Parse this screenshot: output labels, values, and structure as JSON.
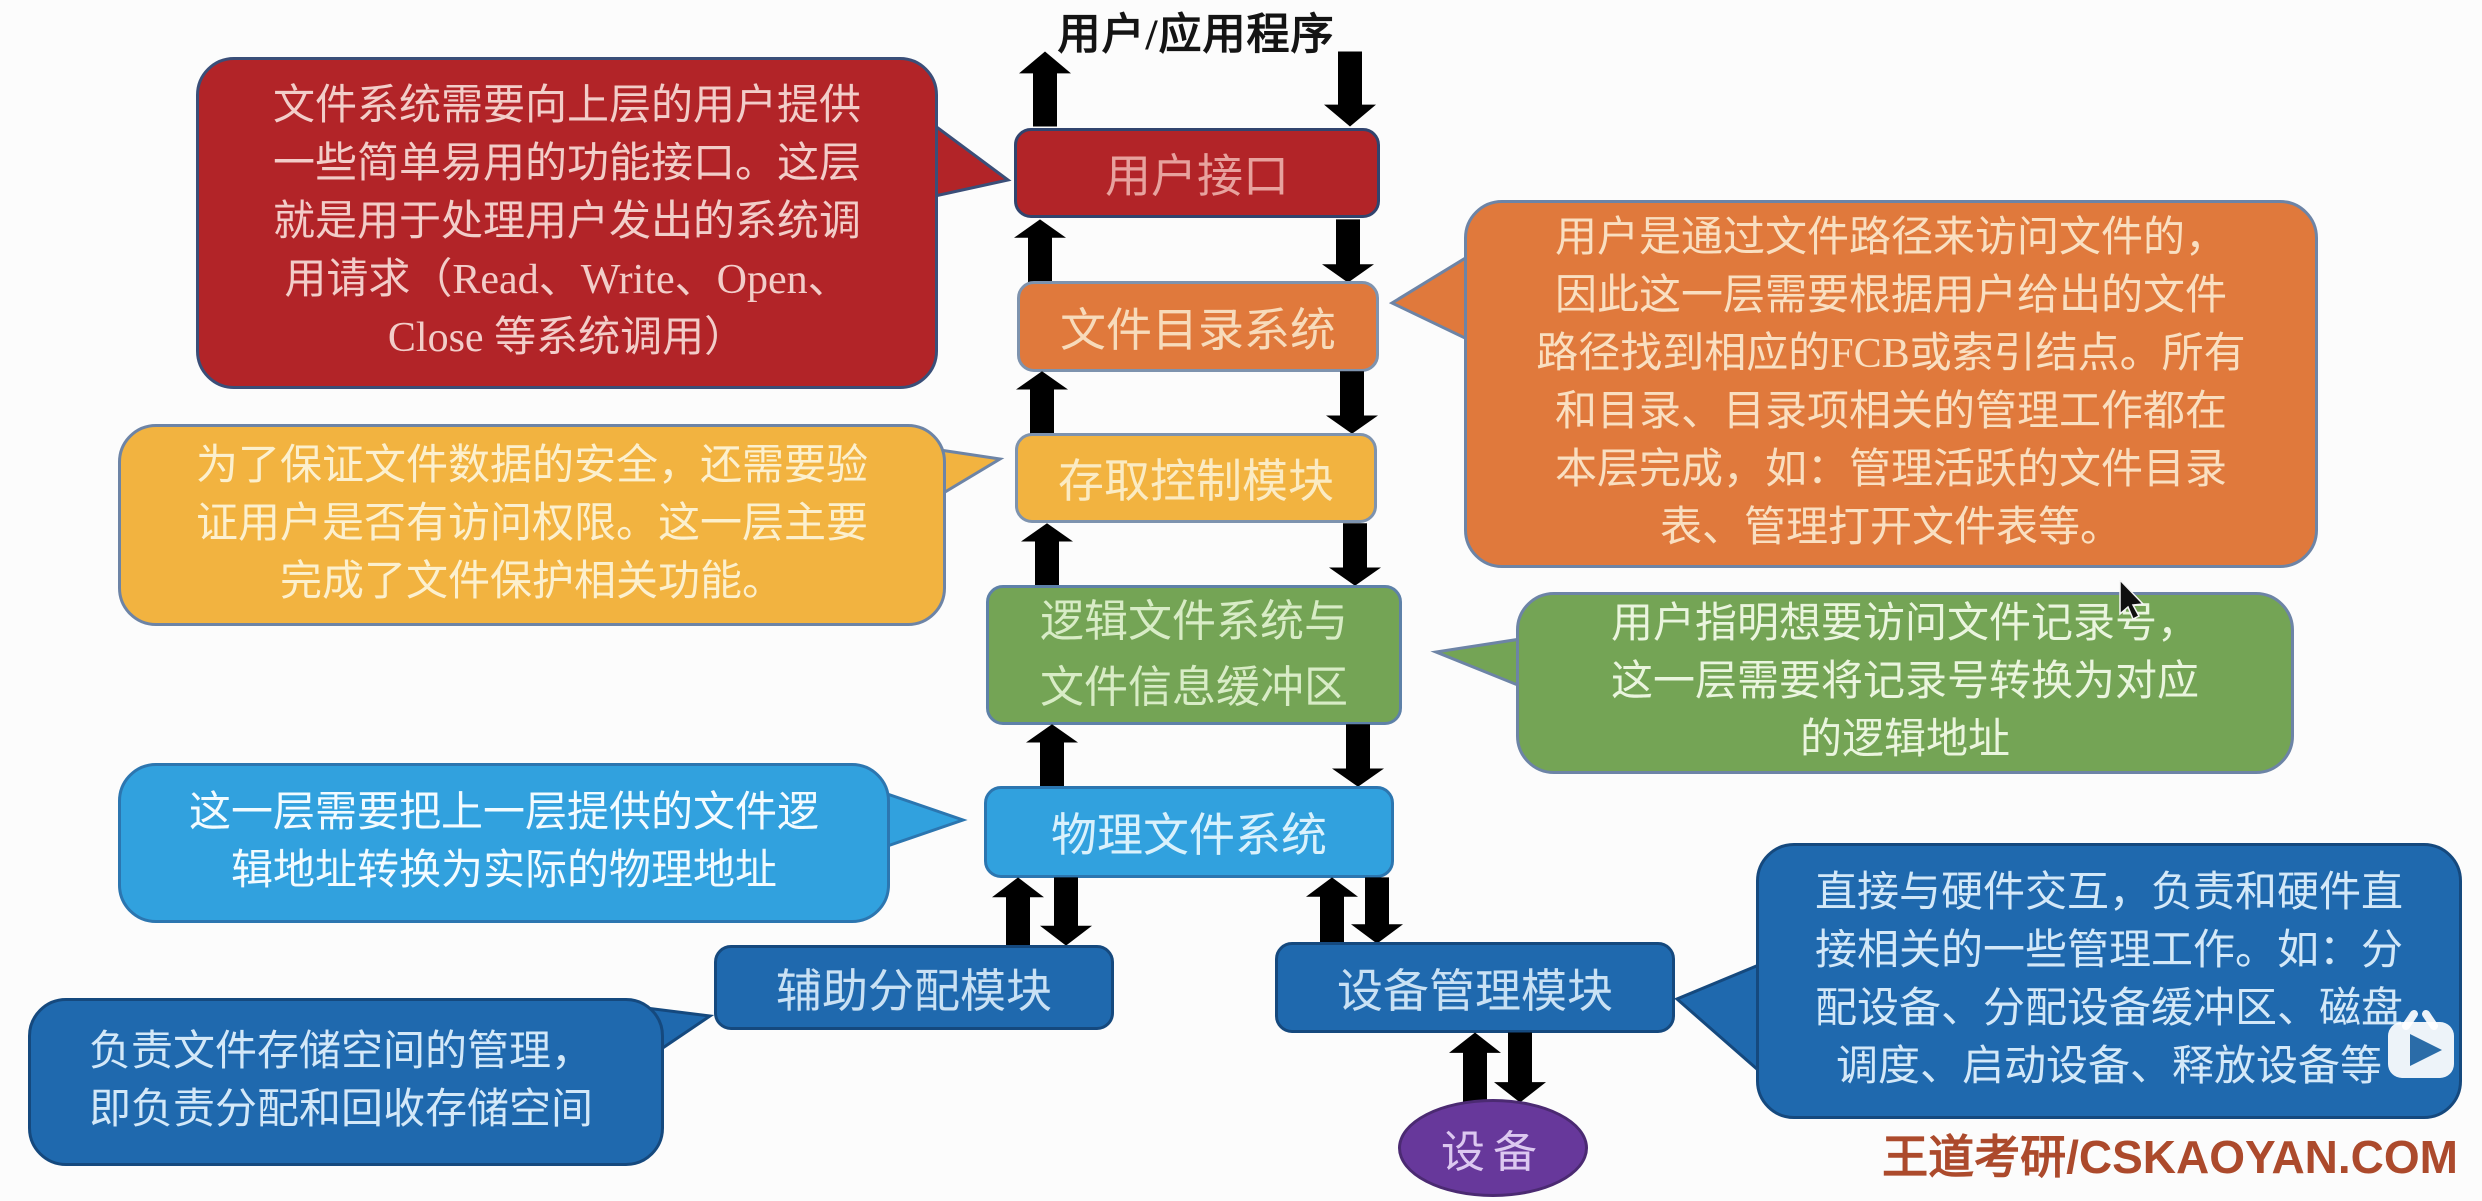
{
  "title": "用户/应用程序",
  "watermark": "王道考研/CSKAOYAN.COM",
  "boxes": {
    "user_interface": {
      "label": "用户接口",
      "color": "#B22428"
    },
    "file_directory": {
      "label": "文件目录系统",
      "color": "#E0793C"
    },
    "access_control": {
      "label": "存取控制模块",
      "color": "#F2B340"
    },
    "logical_fs": {
      "label": "逻辑文件系统与\n文件信息缓冲区",
      "color": "#74A455"
    },
    "physical_fs": {
      "label": "物理文件系统",
      "color": "#31A1DE"
    },
    "aux_alloc": {
      "label": "辅助分配模块",
      "color": "#1F69AE"
    },
    "device_mgmt": {
      "label": "设备管理模块",
      "color": "#1F69AE"
    },
    "device": {
      "label": "设备",
      "color": "#67389B"
    }
  },
  "callouts": {
    "user_interface_note": {
      "color": "#B22428",
      "text": "文件系统需要向上层的用户提供\n一些简单易用的功能接口。这层\n就是用于处理用户发出的系统调\n用请求（Read、Write、Open、\nClose 等系统调用）"
    },
    "file_directory_note": {
      "color": "#E0793C",
      "text": "用户是通过文件路径来访问文件的，\n因此这一层需要根据用户给出的文件\n路径找到相应的FCB或索引结点。所有\n和目录、目录项相关的管理工作都在\n本层完成，如：管理活跃的文件目录\n表、管理打开文件表等。"
    },
    "access_control_note": {
      "color": "#F2B340",
      "text": "为了保证文件数据的安全，还需要验\n证用户是否有访问权限。这一层主要\n完成了文件保护相关功能。"
    },
    "logical_fs_note": {
      "color": "#74A455",
      "text": "用户指明想要访问文件记录号，\n这一层需要将记录号转换为对应\n的逻辑地址"
    },
    "physical_fs_note": {
      "color": "#31A1DE",
      "text": "这一层需要把上一层提供的文件逻\n辑地址转换为实际的物理地址"
    },
    "aux_alloc_note": {
      "color": "#1F69AE",
      "text": "负责文件存储空间的管理，\n即负责分配和回收存储空间"
    },
    "device_mgmt_note": {
      "color": "#1F69AE",
      "text": "直接与硬件交互，负责和硬件直\n接相关的一些管理工作。如：分\n配设备、分配设备缓冲区、磁盘\n调度、启动设备、释放设备等"
    }
  },
  "icons": {
    "play_icon": "video-play-tv-logo",
    "cursor": "mouse-arrow-cursor"
  },
  "palette": {
    "arrow_fill": "#C9CFD8",
    "arrow_border": "#7E8EA8",
    "watermark_color": "#AC4A2C",
    "background": "#FCFCFC"
  }
}
